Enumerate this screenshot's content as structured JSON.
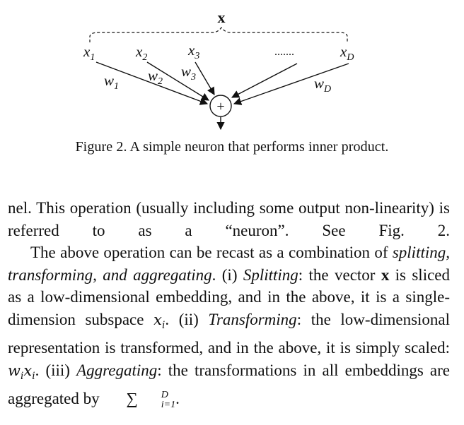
{
  "figure": {
    "vector_label": "x",
    "inputs": [
      {
        "base": "x",
        "sub": "1",
        "weight_base": "w",
        "weight_sub": "1"
      },
      {
        "base": "x",
        "sub": "2",
        "weight_base": "w",
        "weight_sub": "2"
      },
      {
        "base": "x",
        "sub": "3",
        "weight_base": "w",
        "weight_sub": "3"
      },
      {
        "base": "x",
        "sub": "D",
        "weight_base": "w",
        "weight_sub": "D"
      }
    ],
    "ellipsis": ".......",
    "sum_symbol": "+",
    "caption": "Figure 2. A simple neuron that performs inner product."
  },
  "text": {
    "p1": "nel. This operation (usually including some output non-linearity) is referred to as a “neuron”. See Fig. 2.",
    "p2_a": "The above operation can be recast as a combination of ",
    "p2_b": "splitting, transforming, and aggregating",
    "p2_c": ". (i) ",
    "p2_d": "Splitting",
    "p2_e": ": the vector ",
    "p2_f": "x",
    "p2_g": " is sliced as a low-dimensional embedding, and in the above, it is a single-dimension subspace ",
    "p2_h": "x",
    "p2_h_sub": "i",
    "p2_i": ". (ii) ",
    "p2_j": "Transforming",
    "p2_k": ": the low-dimensional representation is transformed, and in the above, it is simply scaled: ",
    "p2_l1": "w",
    "p2_l1_sub": "i",
    "p2_l2": "x",
    "p2_l2_sub": "i",
    "p2_m": ". (iii) ",
    "p2_n": "Aggregating",
    "p2_o": ": the transformations in all embeddings are aggregated by ",
    "p2_sum": "∑",
    "p2_sum_top": "D",
    "p2_sum_bottom": "i=1",
    "p2_end": "."
  }
}
